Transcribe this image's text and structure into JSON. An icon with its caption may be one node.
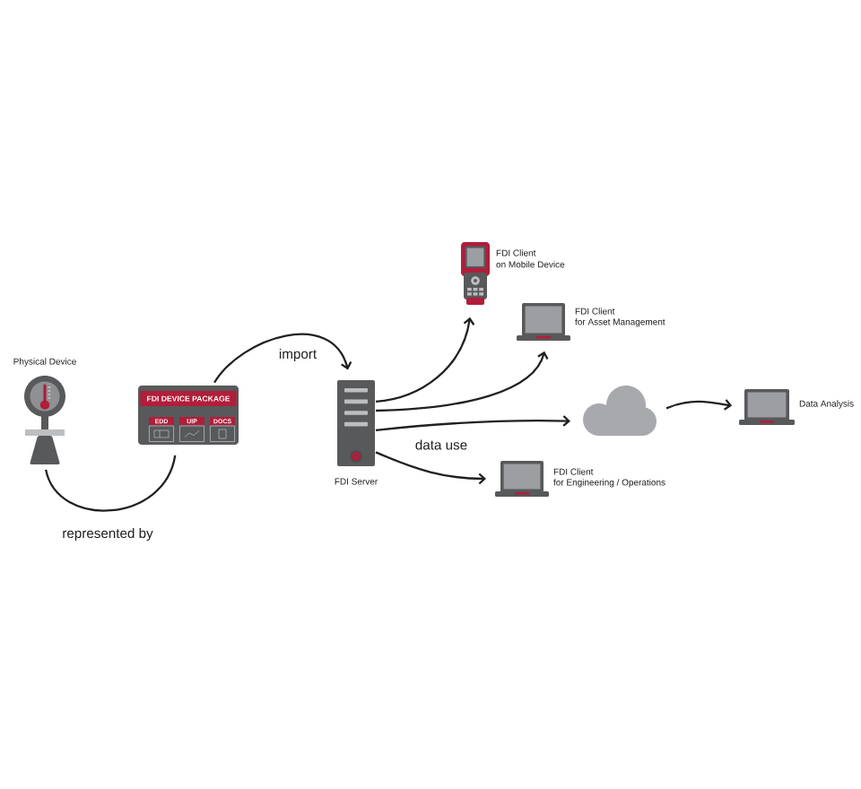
{
  "diagram": {
    "nodes": [
      {
        "text": [
          "Physical Device"
        ]
      },
      {
        "text": [
          "FDI DEVICE PACKAGE"
        ]
      },
      {
        "text": [
          "EDD"
        ],
        "in": 1
      },
      {
        "text": [
          "UIP"
        ],
        "in": 1
      },
      {
        "text": [
          "DOCS"
        ],
        "in": 1
      },
      {
        "text": [
          "FDI Server"
        ]
      },
      {
        "text": [
          "FDI Client",
          "on Mobile Device"
        ]
      },
      {
        "text": [
          "FDI Client",
          "for Asset Management"
        ]
      },
      {
        "text": [],
        "shape": "cloud"
      },
      {
        "text": [
          "Data Analysis"
        ]
      },
      {
        "text": [
          "FDI Client",
          "for Engineering / Operations"
        ]
      }
    ],
    "edges": [
      {
        "from": 0,
        "to": 1,
        "arrow": "none",
        "label": "represented by"
      },
      {
        "from": 1,
        "to": 5,
        "arrow": "to",
        "label": "import"
      },
      {
        "from": 5,
        "to": 6,
        "arrow": "to"
      },
      {
        "from": 5,
        "to": 7,
        "arrow": "to"
      },
      {
        "from": 5,
        "to": 8,
        "arrow": "to"
      },
      {
        "from": 5,
        "to": 10,
        "arrow": "to"
      },
      {
        "from": 8,
        "to": 9,
        "arrow": "to"
      }
    ],
    "labels": [
      "data use"
    ]
  }
}
